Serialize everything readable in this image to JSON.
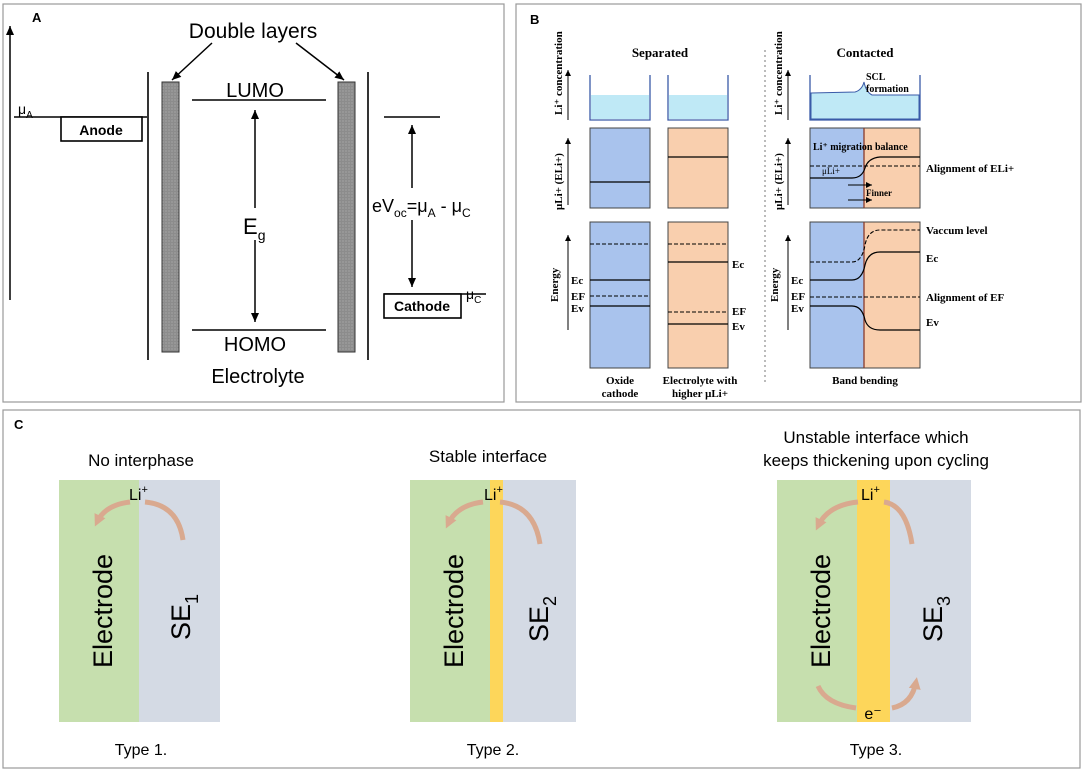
{
  "panel_a": {
    "label": "A",
    "double_layers": "Double layers",
    "lumo": "LUMO",
    "homo": "HOMO",
    "electrolyte": "Electrolyte",
    "eg_main": "E",
    "eg_sub": "g",
    "anode": "Anode",
    "cathode": "Cathode",
    "mu_a_main": "μ",
    "mu_a_sub": "A",
    "mu_c_main": "μ",
    "mu_c_sub": "C",
    "voc_prefix": "eV",
    "voc_sub": "oc",
    "voc_mid": "=μ",
    "voc_sub_a": "A",
    "voc_minus": " - μ",
    "voc_sub_c": "C"
  },
  "panel_b": {
    "label": "B",
    "separated": "Separated",
    "contacted": "Contacted",
    "li_conc_left": "Li⁺ concentration",
    "li_conc_right": "Li⁺ concentration",
    "mu_axis_left": "μLi+ (ELi+)",
    "mu_axis_right": "μLi+ (ELi+)",
    "energy_left": "Energy",
    "energy_right": "Energy",
    "ec_l": "Ec",
    "ef_l": "EF",
    "ev_l": "Ev",
    "ec_m": "Ec",
    "ef_m": "EF",
    "ev_m": "Ev",
    "ec_r": "Ec",
    "ef_r": "EF",
    "ev_r": "Ev",
    "scl_1": "SCL",
    "scl_2": "formation",
    "li_balance": "Li⁺ migration balance",
    "mu_li_small": "μLi+",
    "f_inner": "Finner",
    "align_eli": "Alignment of ELi+",
    "vaccum": "Vaccum level",
    "ec_right_label": "Ec",
    "align_ef": "Alignment of EF",
    "ev_right_label": "Ev",
    "oxide_1": "Oxide",
    "oxide_2": "cathode",
    "electrolyte_1": "Electrolyte with",
    "electrolyte_2": "higher μLi+",
    "band_bending": "Band bending"
  },
  "panel_c": {
    "label": "C",
    "colors": {
      "electrode": "#c6dfae",
      "se": "#d4dae4",
      "interphase": "#fdd65a",
      "arrow": "#d9a98f"
    },
    "types": [
      {
        "title_1": "No interphase",
        "title_2": "",
        "electrode": "Electrode",
        "se": "SE",
        "se_sub": "1",
        "li": "Li",
        "li_sup": "+",
        "electron": "",
        "caption": "Type 1."
      },
      {
        "title_1": "Stable interface",
        "title_2": "",
        "electrode": "Electrode",
        "se": "SE",
        "se_sub": "2",
        "li": "Li",
        "li_sup": "+",
        "electron": "",
        "caption": "Type 2."
      },
      {
        "title_1": "Unstable interface which",
        "title_2": "keeps thickening upon cycling",
        "electrode": "Electrode",
        "se": "SE",
        "se_sub": "3",
        "li": "Li",
        "li_sup": "+",
        "electron": "e⁻",
        "caption": "Type 3."
      }
    ]
  }
}
